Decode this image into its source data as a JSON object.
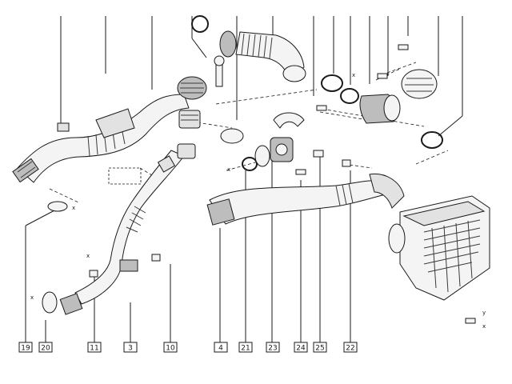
{
  "callouts": [
    {
      "id": "c19",
      "label": "19"
    },
    {
      "id": "c20",
      "label": "20"
    },
    {
      "id": "c11",
      "label": "11"
    },
    {
      "id": "c3",
      "label": "3"
    },
    {
      "id": "c10",
      "label": "10"
    },
    {
      "id": "c4",
      "label": "4"
    },
    {
      "id": "c21",
      "label": "21"
    },
    {
      "id": "c23",
      "label": "23"
    },
    {
      "id": "c24",
      "label": "24"
    },
    {
      "id": "c25",
      "label": "25"
    },
    {
      "id": "c22",
      "label": "22"
    }
  ],
  "dimension_marks": {
    "x": "x",
    "y": "y"
  }
}
